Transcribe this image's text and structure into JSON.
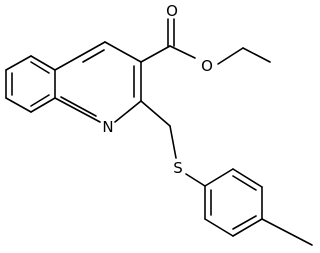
{
  "molecule": {
    "atom_labels": {
      "ring_nitrogen": "N",
      "sulfur": "S",
      "carbonyl_oxygen": "O",
      "ester_oxygen": "O"
    },
    "colors": {
      "bonds": "#000000",
      "labels": "#000000",
      "background": "#ffffff"
    }
  }
}
